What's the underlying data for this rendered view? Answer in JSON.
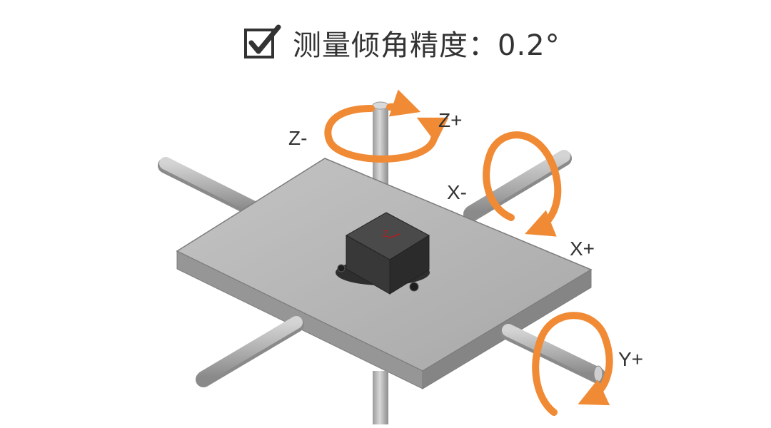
{
  "header": {
    "text": "测量倾角精度：0.2°",
    "icon": "checkbox-checked-icon"
  },
  "axes": {
    "z_minus": "Z-",
    "z_plus": "Z+",
    "x_minus": "X-",
    "x_plus": "X+",
    "y_plus": "Y+"
  },
  "sensor_marking": "Z",
  "colors": {
    "arrow": "#f08a35",
    "plate_top": "#b3b3b3",
    "plate_edge": "#8e8e8e",
    "rod": "#a6a6a6",
    "sensor": "#3d3d3d",
    "text": "#333333"
  }
}
